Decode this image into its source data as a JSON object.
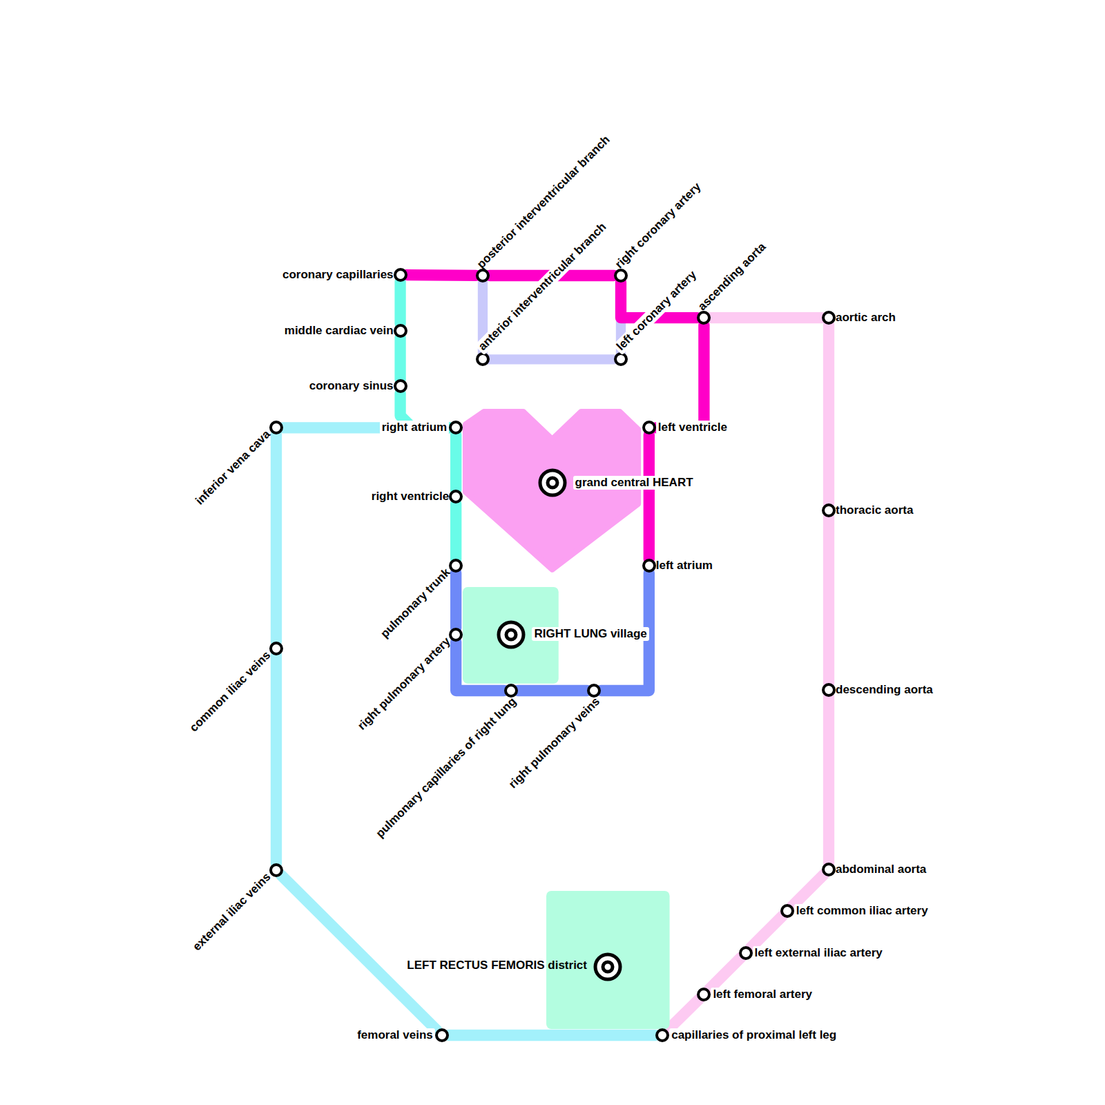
{
  "diagram": {
    "nodes": [
      {
        "text": [
          "posterior interventricular branch"
        ]
      },
      {
        "text": [
          "right coronary artery"
        ]
      },
      {
        "text": [
          "ascending aorta"
        ]
      },
      {
        "text": [
          "anterior interventricular branch"
        ]
      },
      {
        "text": [
          "left coronary artery"
        ]
      },
      {
        "text": [
          "coronary capillaries"
        ]
      },
      {
        "text": [
          "aortic arch"
        ]
      },
      {
        "text": [
          "middle cardiac vein"
        ]
      },
      {
        "text": [
          "coronary sinus"
        ]
      },
      {
        "text": [
          "inferior vena cava"
        ]
      },
      {
        "text": [
          "right atrium"
        ]
      },
      {
        "text": [
          "left ventricle"
        ]
      },
      {
        "text": [
          "grand central HEART"
        ]
      },
      {
        "text": [
          "right ventricle"
        ]
      },
      {
        "text": [
          "thoracic aorta"
        ]
      },
      {
        "text": [
          "pulmonary trunk"
        ]
      },
      {
        "text": [
          "left atrium"
        ]
      },
      {
        "text": [
          "RIGHT LUNG village"
        ]
      },
      {
        "text": [
          "right pulmonary artery"
        ]
      },
      {
        "text": [
          "common iliac veins"
        ]
      },
      {
        "text": [
          "descending aorta"
        ]
      },
      {
        "text": [
          "pulmonary capillaries of right lung"
        ]
      },
      {
        "text": [
          "right pulmonary veins"
        ]
      },
      {
        "text": [
          "abdominal aorta"
        ]
      },
      {
        "text": [
          "external iliac veins"
        ]
      },
      {
        "text": [
          "left common iliac artery"
        ]
      },
      {
        "text": [
          "left external iliac artery"
        ]
      },
      {
        "text": [
          "LEFT RECTUS FEMORIS district"
        ]
      },
      {
        "text": [
          "left femoral artery"
        ]
      },
      {
        "text": [
          "femoral veins"
        ]
      },
      {
        "text": [
          "capillaries of proximal left leg"
        ]
      }
    ],
    "edges": [
      {
        "from": 5,
        "to": 7,
        "arrow": "none"
      },
      {
        "from": 7,
        "to": 8,
        "arrow": "none"
      },
      {
        "from": 8,
        "to": 10,
        "arrow": "none"
      },
      {
        "from": 10,
        "to": 13,
        "arrow": "none"
      },
      {
        "from": 13,
        "to": 15,
        "arrow": "none"
      },
      {
        "from": 9,
        "to": 10,
        "arrow": "none"
      },
      {
        "from": 9,
        "to": 19,
        "arrow": "none"
      },
      {
        "from": 19,
        "to": 24,
        "arrow": "none"
      },
      {
        "from": 24,
        "to": 29,
        "arrow": "none"
      },
      {
        "from": 29,
        "to": 30,
        "arrow": "none"
      },
      {
        "from": 15,
        "to": 18,
        "arrow": "none"
      },
      {
        "from": 18,
        "to": 21,
        "arrow": "none"
      },
      {
        "from": 21,
        "to": 22,
        "arrow": "none"
      },
      {
        "from": 22,
        "to": 16,
        "arrow": "none"
      },
      {
        "from": 16,
        "to": 11,
        "arrow": "none"
      },
      {
        "from": 11,
        "to": 2,
        "arrow": "none"
      },
      {
        "from": 2,
        "to": 1,
        "arrow": "none"
      },
      {
        "from": 1,
        "to": 0,
        "arrow": "none"
      },
      {
        "from": 0,
        "to": 5,
        "arrow": "none"
      },
      {
        "from": 0,
        "to": 3,
        "arrow": "none"
      },
      {
        "from": 3,
        "to": 4,
        "arrow": "none"
      },
      {
        "from": 4,
        "to": 2,
        "arrow": "none"
      },
      {
        "from": 2,
        "to": 6,
        "arrow": "none"
      },
      {
        "from": 6,
        "to": 14,
        "arrow": "none"
      },
      {
        "from": 14,
        "to": 20,
        "arrow": "none"
      },
      {
        "from": 20,
        "to": 23,
        "arrow": "none"
      },
      {
        "from": 23,
        "to": 25,
        "arrow": "none"
      },
      {
        "from": 25,
        "to": 26,
        "arrow": "none"
      },
      {
        "from": 26,
        "to": 28,
        "arrow": "none"
      },
      {
        "from": 28,
        "to": 30,
        "arrow": "none"
      }
    ]
  }
}
